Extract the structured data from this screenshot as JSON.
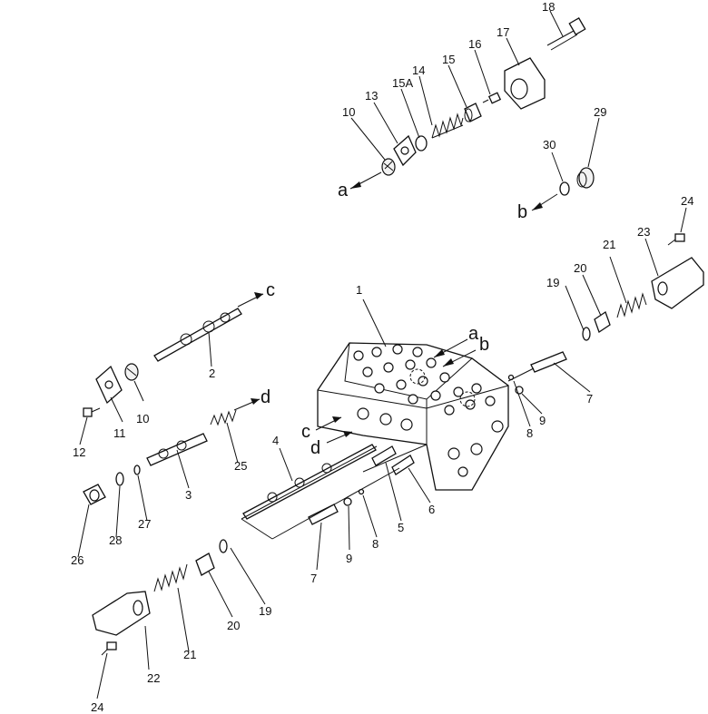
{
  "diagram": {
    "callouts": {
      "c1": "1",
      "c2": "2",
      "c3": "3",
      "c4": "4",
      "c5": "5",
      "c6": "6",
      "c7a": "7",
      "c7b": "7",
      "c8a": "8",
      "c8b": "8",
      "c9a": "9",
      "c9b": "9",
      "c10a": "10",
      "c10b": "10",
      "c11": "11",
      "c12": "12",
      "c13": "13",
      "c14": "14",
      "c15": "15",
      "c15a": "15A",
      "c16": "16",
      "c17": "17",
      "c18": "18",
      "c19a": "19",
      "c19b": "19",
      "c20a": "20",
      "c20b": "20",
      "c21a": "21",
      "c21b": "21",
      "c22": "22",
      "c23": "23",
      "c24a": "24",
      "c24b": "24",
      "c25": "25",
      "c26": "26",
      "c27": "27",
      "c28": "28",
      "c29": "29",
      "c30": "30"
    },
    "connectors": {
      "a_top": "a",
      "b_top": "b",
      "c_top": "c",
      "d_top": "d",
      "a_body": "a",
      "b_body": "b",
      "c_body": "c",
      "d_body": "d"
    }
  }
}
